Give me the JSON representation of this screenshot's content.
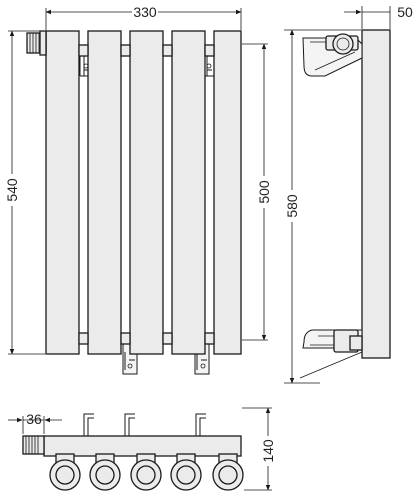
{
  "dimensions": {
    "width_total": "330",
    "depth_side": "50",
    "height_total": "540",
    "height_connection": "500",
    "height_side": "580",
    "valve_offset": "36",
    "depth_plan": "140"
  },
  "colors": {
    "fill": "#ebebeb",
    "stroke": "#1a1a1a"
  }
}
